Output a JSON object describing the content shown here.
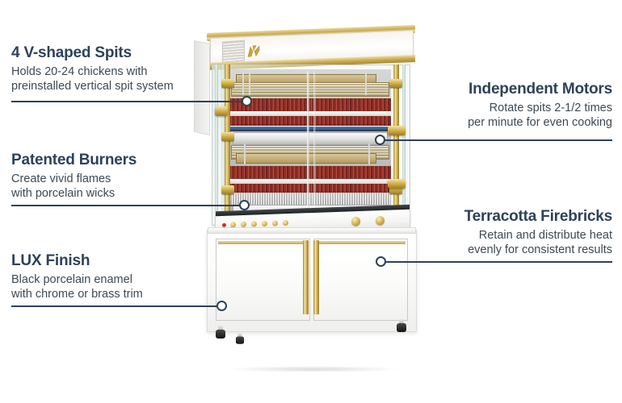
{
  "page": {
    "background_color": "#ffffff",
    "accent_color": "#2d4258",
    "body_text_color": "#3d4953"
  },
  "product": {
    "name": "vertical-gas-rotisserie",
    "logo_icon": "brand-monogram-icon",
    "finish": "white porcelain with brass trim"
  },
  "callouts": [
    {
      "id": "v-shaped-spits",
      "title": "4 V-shaped Spits",
      "desc_lines": [
        "Holds 20-24 chickens with",
        "preinstalled vertical spit system"
      ],
      "side": "left"
    },
    {
      "id": "patented-burners",
      "title": "Patented Burners",
      "desc_lines": [
        "Create vivid flames",
        "with porcelain wicks"
      ],
      "side": "left"
    },
    {
      "id": "lux-finish",
      "title": "LUX Finish",
      "desc_lines": [
        "Black porcelain enamel",
        "with chrome or brass trim"
      ],
      "side": "left"
    },
    {
      "id": "independent-motors",
      "title": "Independent Motors",
      "desc_lines": [
        "Rotate spits 2-1/2 times",
        "per minute for even cooking"
      ],
      "side": "right"
    },
    {
      "id": "terracotta-firebricks",
      "title": "Terracotta Firebricks",
      "desc_lines": [
        "Retain and distribute heat",
        "evenly for consistent results"
      ],
      "side": "right"
    }
  ]
}
